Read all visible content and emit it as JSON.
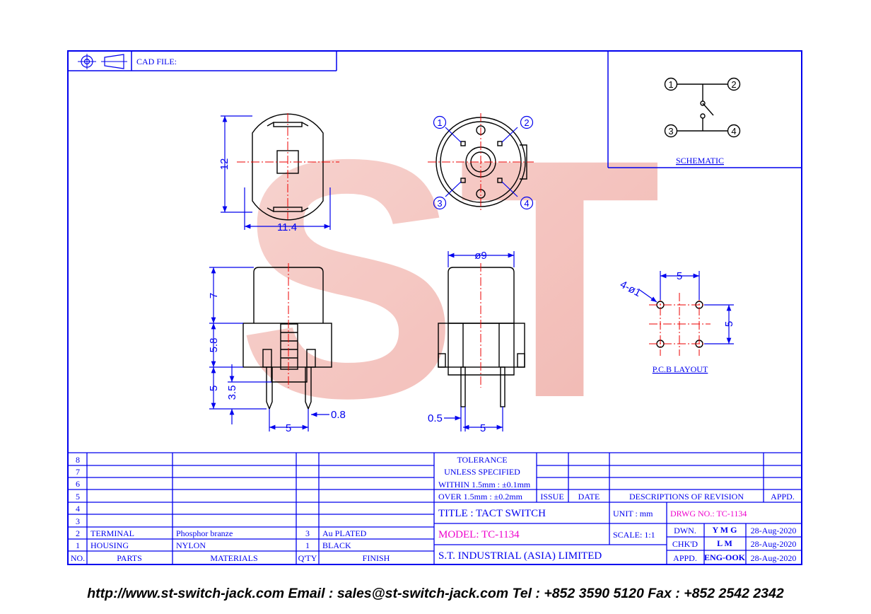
{
  "header": {
    "cad_file_label": "CAD FILE:"
  },
  "watermark": {
    "text": "ST"
  },
  "schematic": {
    "label": "SCHEMATIC",
    "pins": [
      "1",
      "2",
      "3",
      "4"
    ]
  },
  "pcb_layout": {
    "label": "P.C.B LAYOUT",
    "hole_spec": "4-ø1",
    "pitch_x": "5",
    "pitch_y": "5"
  },
  "dimensions": {
    "top_height": "12",
    "top_width": "11.4",
    "cap_dia": "ø9",
    "cap_height": "7",
    "body_height": "5.8",
    "pin_length": "5",
    "pin_offset": "3.5",
    "pin_width": "0.8",
    "pin_pitch_side": "5",
    "pin_thickness": "0.5",
    "pin_pitch_front": "5"
  },
  "bom": {
    "row_numbers": [
      "8",
      "7",
      "6",
      "5",
      "4",
      "3",
      "2",
      "1"
    ],
    "rows": [
      {
        "no": "2",
        "part": "TERMINAL",
        "material": "Phosphor branze",
        "qty": "3",
        "finish": "Au PLATED"
      },
      {
        "no": "1",
        "part": "HOUSING",
        "material": "NYLON",
        "qty": "1",
        "finish": "BLACK"
      }
    ],
    "headers": {
      "no": "NO.",
      "parts": "PARTS",
      "materials": "MATERIALS",
      "qty": "Q'TY",
      "finish": "FINISH"
    }
  },
  "tolerance": {
    "line1": "TOLERANCE",
    "line2": "UNLESS   SPECIFIED",
    "within": "WITHIN  1.5mm : ±0.1mm",
    "over": "OVER    1.5mm : ±0.2mm"
  },
  "revision": {
    "issue": "ISSUE",
    "date": "DATE",
    "descriptions": "DESCRIPTIONS  OF  REVISION",
    "appd": "APPD."
  },
  "title_block": {
    "title": "TITLE : TACT SWITCH",
    "unit": "UNIT :   mm",
    "drawing_no": "DRWG NO.: TC-1134",
    "model": "MODEL: TC-1134",
    "scale": "SCALE:   1:1",
    "company": "S.T.  INDUSTRIAL  (ASIA)  LIMITED",
    "dwn_label": "DWN.",
    "dwn_name": "Y M G",
    "dwn_date": "28-Aug-2020",
    "chkd_label": "CHK'D",
    "chkd_name": "L M",
    "chkd_date": "28-Aug-2020",
    "appd_label": "APPD.",
    "appd_name": "ENG-OOK",
    "appd_date": "28-Aug-2020"
  },
  "footer": {
    "text": "http://www.st-switch-jack.com  Email : sales@st-switch-jack.com  Tel : +852 3590 5120  Fax : +852 2542 2342"
  },
  "colors": {
    "border": "#0000ee",
    "centerline": "#ee0000",
    "highlight": "#ee00cc",
    "watermark": "#f3b7b1"
  }
}
